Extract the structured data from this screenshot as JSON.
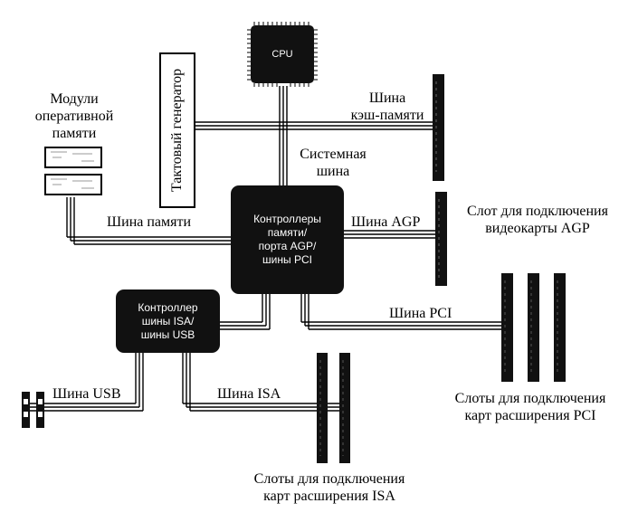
{
  "diagram": {
    "cpu": {
      "label": "CPU"
    },
    "clock_generator": {
      "label": "Тактовый генератор"
    },
    "memory_modules": {
      "line1": "Модули",
      "line2": "оперативной",
      "line3": "памяти"
    },
    "cache_bus": {
      "line1": "Шина",
      "line2": "кэш-памяти"
    },
    "system_bus": {
      "line1": "Системная",
      "line2": "шина"
    },
    "memory_bus": {
      "label": "Шина памяти"
    },
    "north_bridge": {
      "line1": "Контроллеры",
      "line2": "памяти/",
      "line3": "порта AGP/",
      "line4": "шины PCI"
    },
    "agp_bus": {
      "label": "Шина AGP"
    },
    "agp_slot": {
      "line1": "Слот для подключения",
      "line2": "видеокарты AGP"
    },
    "south_bridge": {
      "line1": "Контроллер",
      "line2": "шины ISA/",
      "line3": "шины USB"
    },
    "pci_bus": {
      "label": "Шина PCI"
    },
    "pci_slots": {
      "line1": "Слоты для подключения",
      "line2": "карт расширения PCI"
    },
    "usb_bus": {
      "label": "Шина USB"
    },
    "isa_bus": {
      "label": "Шина ISA"
    },
    "isa_slots": {
      "line1": "Слоты для подключения",
      "line2": "карт расширения ISA"
    }
  }
}
